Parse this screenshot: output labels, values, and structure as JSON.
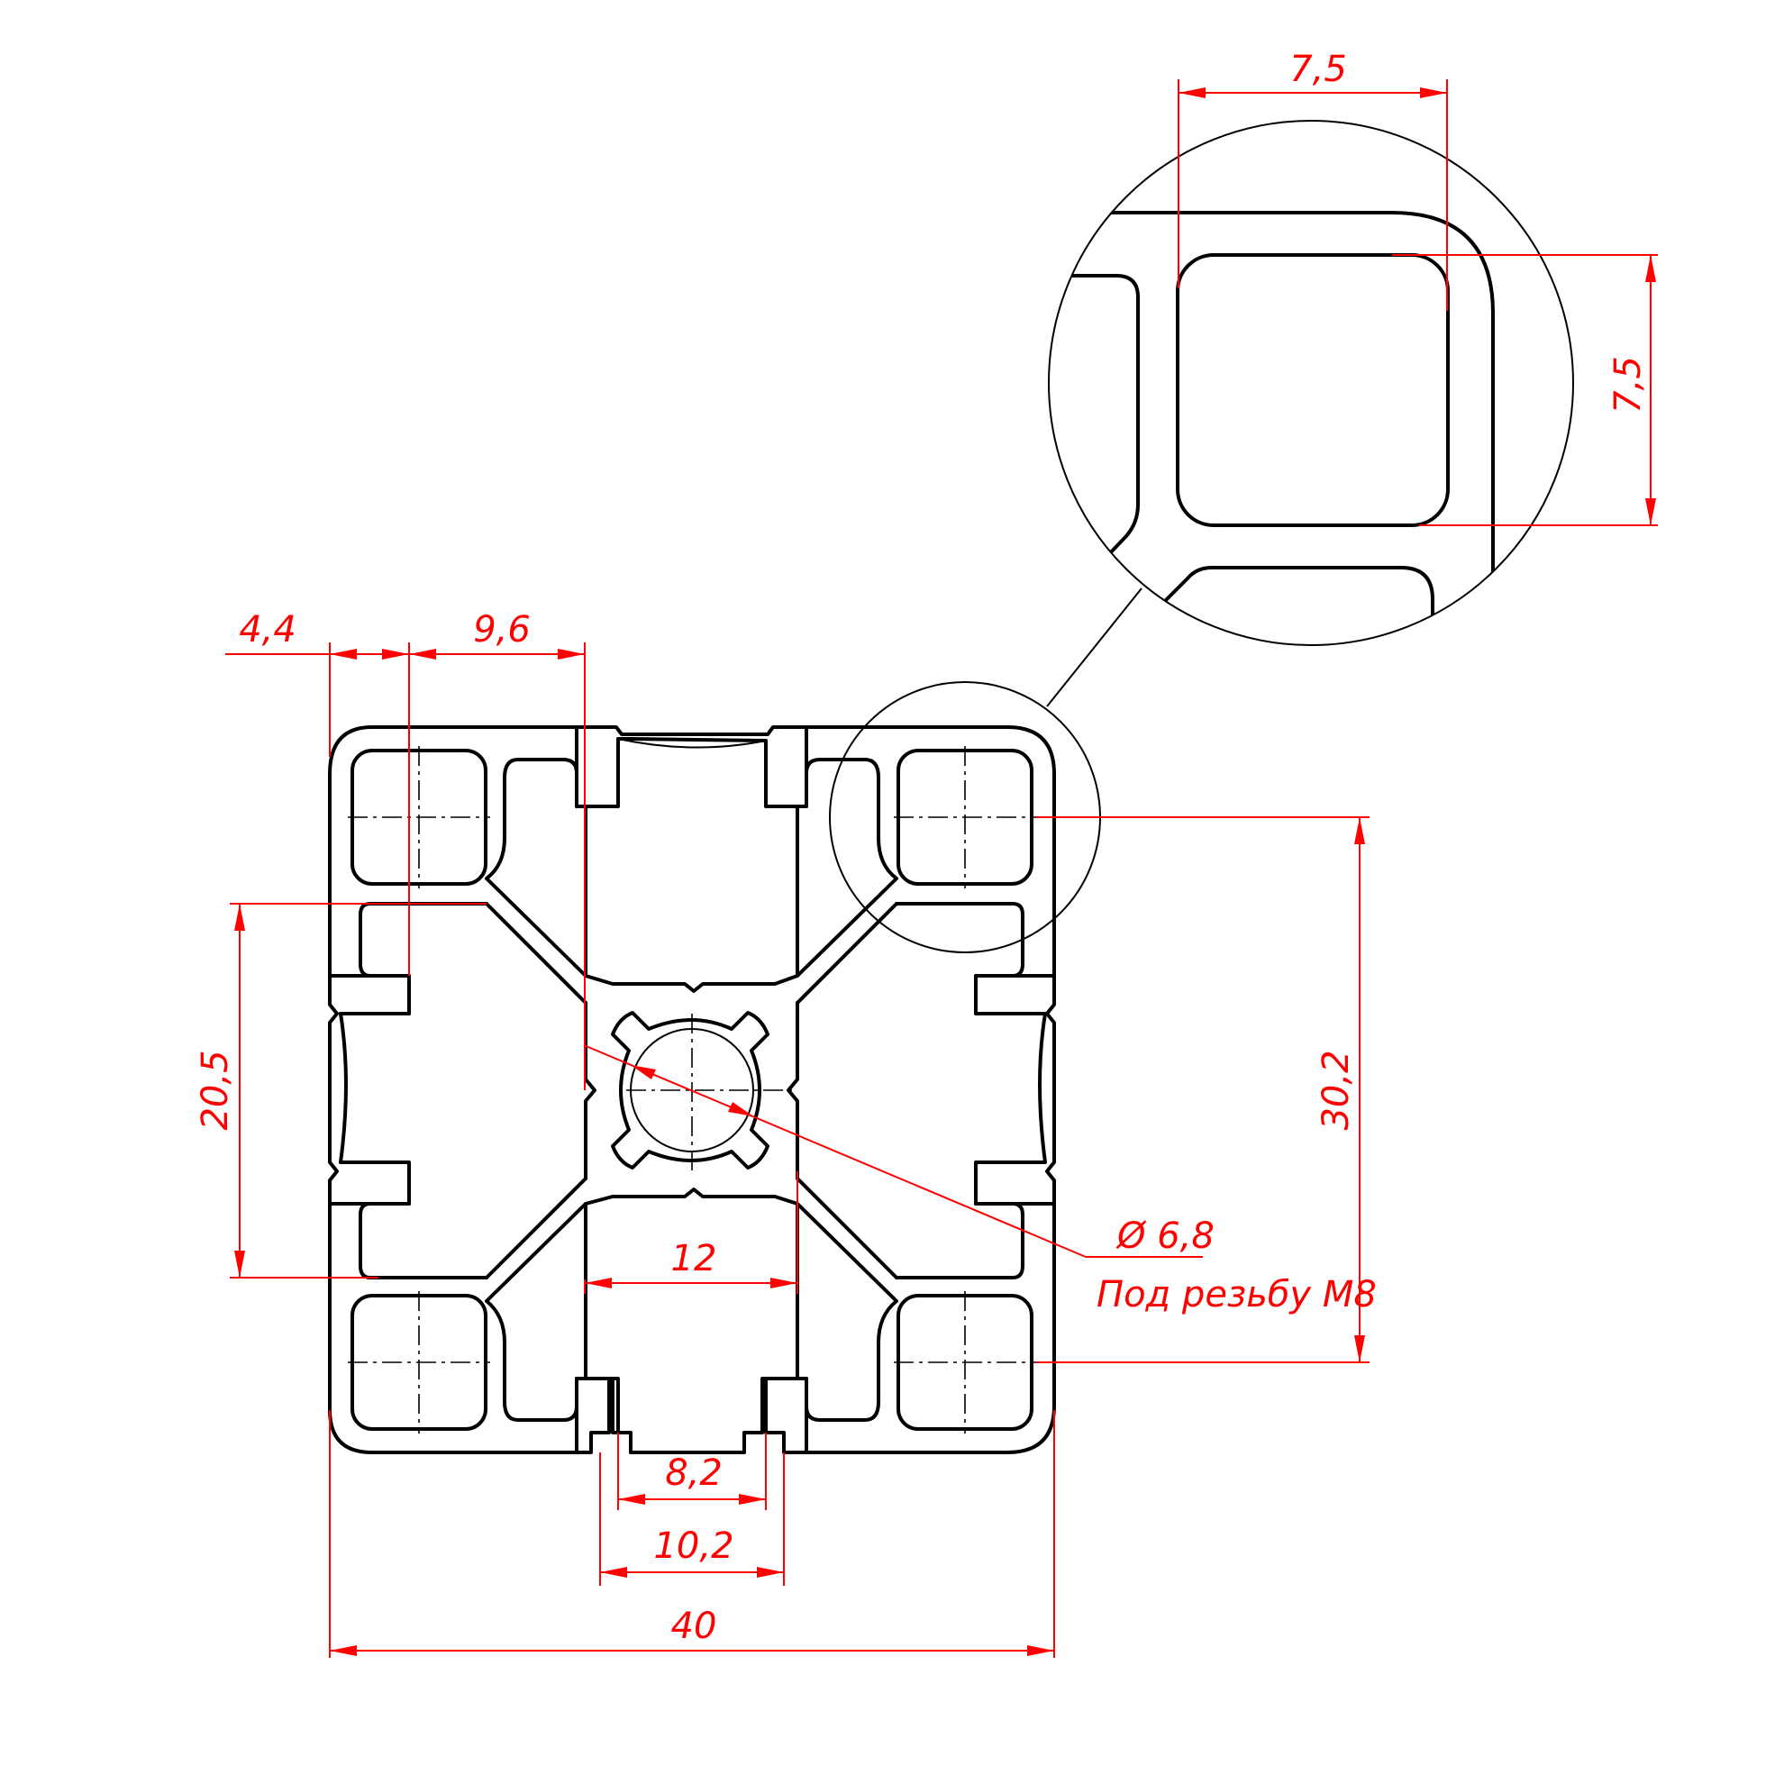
{
  "dimensions": {
    "top_detail_width": "7,5",
    "side_detail_height": "7,5",
    "wall_thickness": "4,4",
    "corner_offset": "9,6",
    "side_slot_height": "20,5",
    "hole_spacing": "30,2",
    "core_width": "12",
    "slot_inner_width": "8,2",
    "slot_outer_width": "10,2",
    "overall_width": "40",
    "hole_diameter": "Ø 6,8",
    "thread_note": "Под резьбу М8"
  },
  "colors": {
    "outline": "#000000",
    "dimension": "#ff0000"
  }
}
